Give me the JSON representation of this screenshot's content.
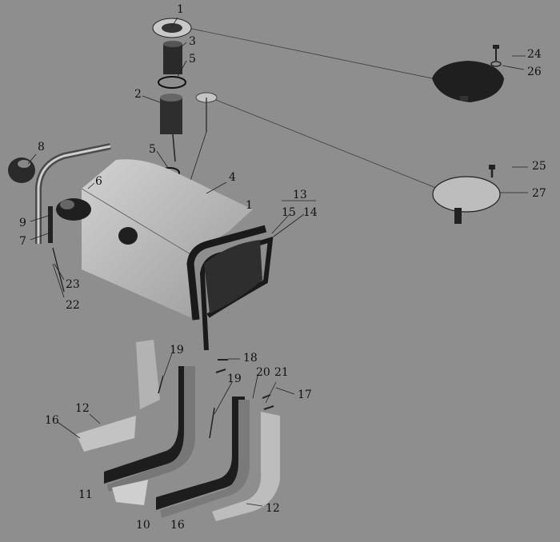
{
  "diagram": {
    "background_color": "#8e8e8e",
    "part_color": "#b9b9b9",
    "dark_color": "#1a1a1a",
    "callouts": {
      "c1": "1",
      "c2": "2",
      "c3": "3",
      "c4": "4",
      "c5a": "5",
      "c5b": "5",
      "c6": "6",
      "c7": "7",
      "c8": "8",
      "c9": "9",
      "c10": "10",
      "c11": "11",
      "c12a": "12",
      "c12b": "12",
      "c13": "13",
      "c14": "14",
      "c15": "15",
      "c16a": "16",
      "c16b": "16",
      "c17": "17",
      "c18": "18",
      "c19a": "19",
      "c19b": "19",
      "c20": "20",
      "c21": "21",
      "c22": "22",
      "c23": "23",
      "c24": "24",
      "c25": "25",
      "c26": "26",
      "c27": "27"
    }
  }
}
